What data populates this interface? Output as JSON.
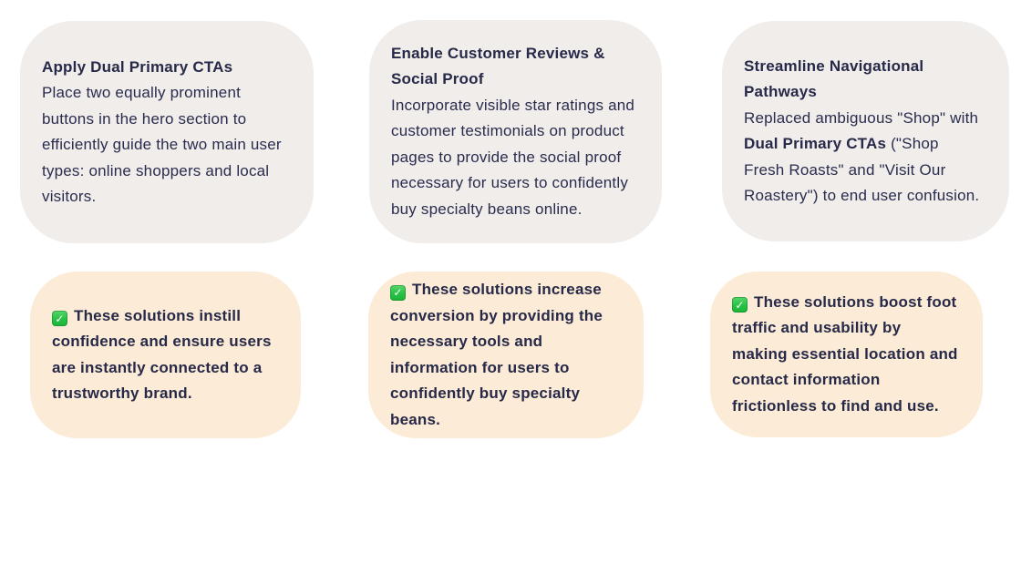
{
  "colors": {
    "page_background": "#ffffff",
    "solution_card_background": "#f0edeb",
    "benefit_card_background": "#fcebd6",
    "text": "#262948",
    "check_green": "#27c144",
    "check_mark": "#ffffff"
  },
  "icons": {
    "check_glyph": "✓"
  },
  "solution_cards": [
    {
      "title": "Apply Dual Primary CTAs",
      "body": "Place two equally prominent buttons in the hero section to efficiently guide the two main user types: online shoppers and local visitors."
    },
    {
      "title": "Enable Customer Reviews & Social Proof",
      "body": "Incorporate visible star ratings and customer testimonials on product pages to provide the social proof necessary for users to confidently buy specialty beans online."
    },
    {
      "title": "Streamline Navigational Pathways",
      "body_before_bold": "Replaced ambiguous \"Shop\" with ",
      "body_bold": "Dual Primary CTAs",
      "body_after_bold": " (\"Shop Fresh Roasts\" and \"Visit Our Roastery\") to end user confusion."
    }
  ],
  "benefit_cards": [
    {
      "text": "These solutions instill confidence and ensure users are instantly connected to a trustworthy brand."
    },
    {
      "text": "These solutions increase conversion by providing the necessary tools and information for users to confidently buy specialty beans."
    },
    {
      "text": "These solutions boost foot traffic and usability by making essential location and contact information frictionless to find and use."
    }
  ]
}
